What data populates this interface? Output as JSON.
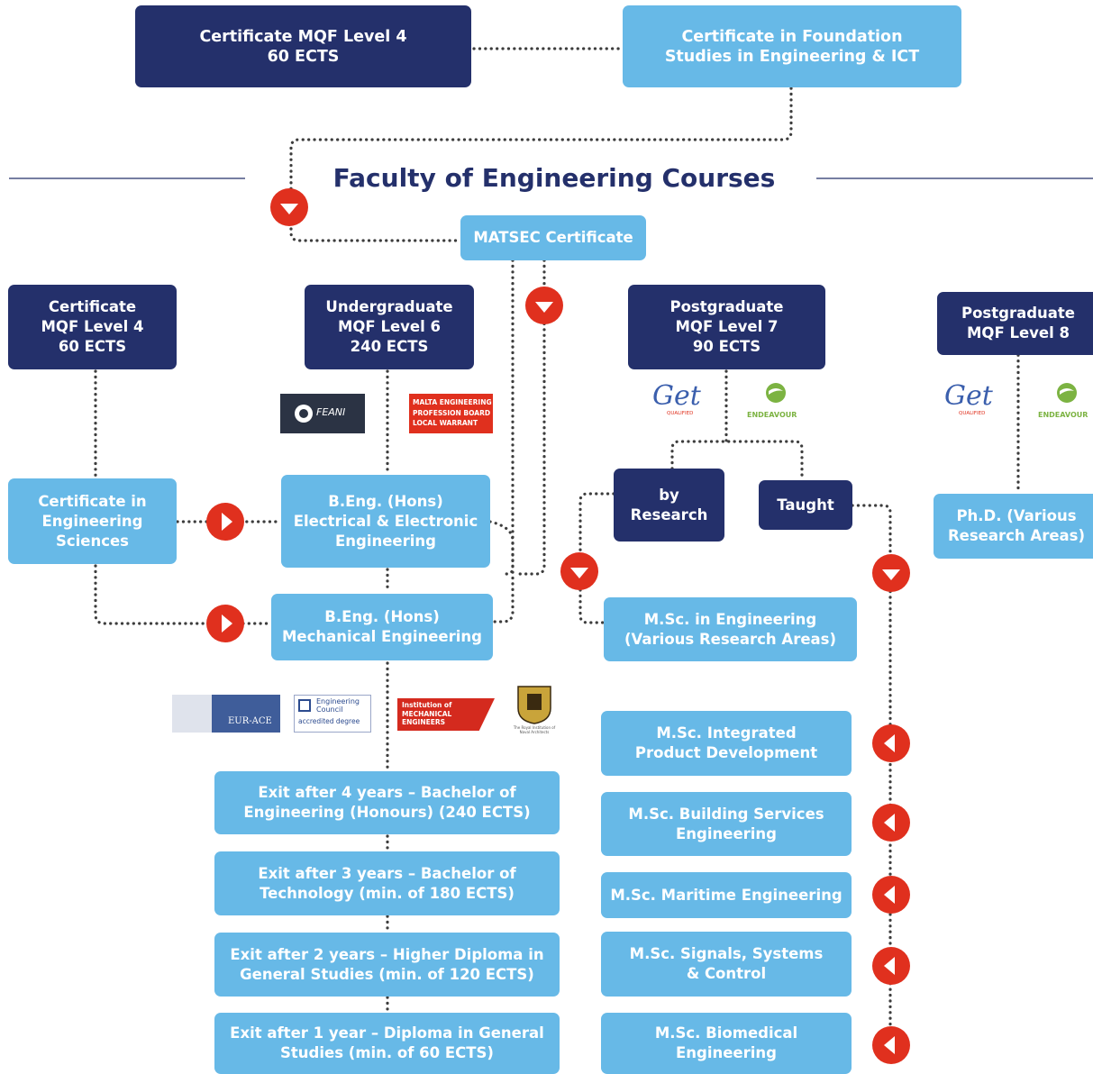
{
  "heading": "Faculty of Engineering Courses",
  "colors": {
    "dark_blue": "#24306b",
    "light_blue": "#67b9e7",
    "arrow_red": "#e0301e",
    "connector": "#3d3d3d"
  },
  "top": {
    "cert_mqf4": "Certificate MQF Level 4\n60 ECTS",
    "foundation": "Certificate in Foundation\nStudies in Engineering & ICT"
  },
  "matsec": "MATSEC Certificate",
  "columns": {
    "certificate": "Certificate\nMQF Level 4\n60 ECTS",
    "undergraduate": "Undergraduate\nMQF Level 6\n240 ECTS",
    "postgraduate7": "Postgraduate\nMQF Level 7\n90 ECTS",
    "postgraduate8": "Postgraduate\nMQF Level 8"
  },
  "courses": {
    "cert_eng_sciences": "Certificate in\nEngineering\nSciences",
    "beng_electrical": "B.Eng. (Hons)\nElectrical & Electronic\nEngineering",
    "beng_mechanical": "B.Eng. (Hons)\nMechanical Engineering",
    "by_research": "by\nResearch",
    "taught": "Taught",
    "msc_engineering": "M.Sc. in Engineering\n(Various Research Areas)",
    "phd": "Ph.D. (Various\nResearch Areas)",
    "msc_ipd": "M.Sc. Integrated\nProduct Development",
    "msc_building": "M.Sc. Building Services\nEngineering",
    "msc_maritime": "M.Sc. Maritime Engineering",
    "msc_signals": "M.Sc. Signals, Systems\n& Control",
    "msc_biomedical": "M.Sc. Biomedical\nEngineering"
  },
  "exits": [
    "Exit after 4 years – Bachelor of\nEngineering (Honours) (240 ECTS)",
    "Exit after 3 years – Bachelor of\nTechnology (min. of 180 ECTS)",
    "Exit after 2 years – Higher Diploma in\nGeneral Studies (min. of 120 ECTS)",
    "Exit after 1 year – Diploma in General\nStudies (min. of 60 ECTS)"
  ],
  "logos": {
    "getqualified": "Get",
    "getqualified_sub": "QUALIFIED",
    "endeavour": "ENDEAVOUR",
    "feani": "FEANI",
    "mepb": "MALTA ENGINEERING\nPROFESSION BOARD\nLOCAL WARRANT",
    "eurace": "EUR-ACE",
    "engcouncil": "Engineering\nCouncil",
    "engcouncil_sub": "accredited degree",
    "imeche": "Institution of\nMECHANICAL\nENGINEERS",
    "rina_caption": "The Royal Institution of\nNaval Architects"
  }
}
